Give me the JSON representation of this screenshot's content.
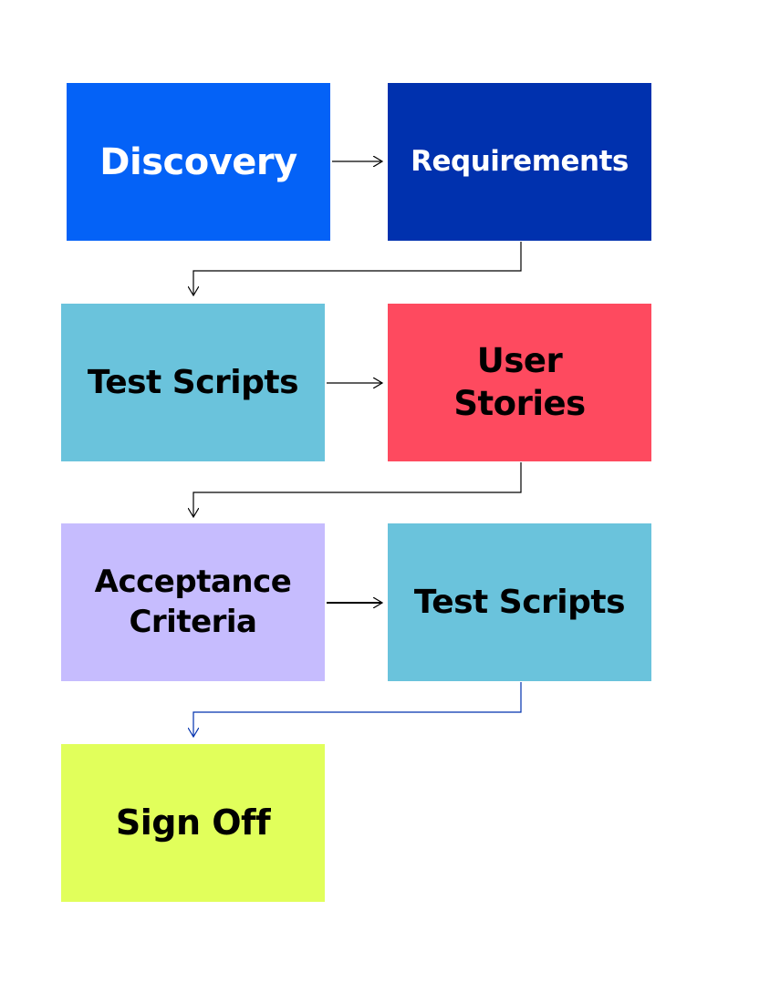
{
  "diagram": {
    "boxes": [
      {
        "id": "discovery",
        "lines": [
          "Discovery"
        ],
        "fill": "#0462F7",
        "text_color": "#FFFFFF"
      },
      {
        "id": "requirements",
        "lines": [
          "Requirements"
        ],
        "fill": "#0031AE",
        "text_color": "#FFFFFF"
      },
      {
        "id": "test-scripts-1",
        "lines": [
          "Test Scripts"
        ],
        "fill": "#6AC3DC",
        "text_color": "#000000"
      },
      {
        "id": "user-stories",
        "lines": [
          "User",
          "Stories"
        ],
        "fill": "#FE4A5F",
        "text_color": "#000000"
      },
      {
        "id": "acceptance-criteria",
        "lines": [
          "Acceptance",
          "Criteria"
        ],
        "fill": "#C6BCFE",
        "text_color": "#000000"
      },
      {
        "id": "test-scripts-2",
        "lines": [
          "Test Scripts"
        ],
        "fill": "#6AC3DC",
        "text_color": "#000000"
      },
      {
        "id": "sign-off",
        "lines": [
          "Sign Off"
        ],
        "fill": "#E1FF5B",
        "text_color": "#000000"
      }
    ],
    "connectors": [
      {
        "from": "discovery",
        "to": "requirements",
        "color": "#000000"
      },
      {
        "from": "requirements",
        "to": "test-scripts-1",
        "color": "#000000"
      },
      {
        "from": "test-scripts-1",
        "to": "user-stories",
        "color": "#000000"
      },
      {
        "from": "user-stories",
        "to": "acceptance-criteria",
        "color": "#000000"
      },
      {
        "from": "acceptance-criteria",
        "to": "test-scripts-2",
        "color": "#000000"
      },
      {
        "from": "test-scripts-2",
        "to": "sign-off",
        "color": "#0031AE"
      }
    ]
  }
}
